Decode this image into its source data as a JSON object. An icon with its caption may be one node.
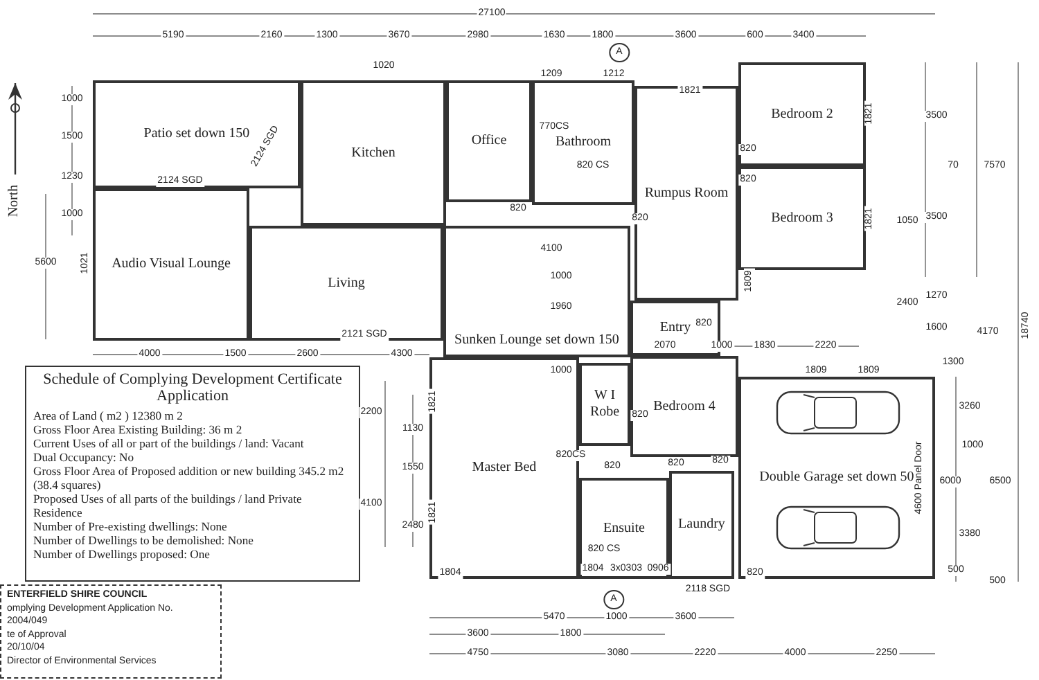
{
  "diagram": {
    "nodes": [
      {
        "text": [
          "Patio set down 150"
        ]
      },
      {
        "text": [
          "Kitchen"
        ]
      },
      {
        "text": [
          "Office"
        ]
      },
      {
        "text": [
          "Bathroom"
        ]
      },
      {
        "text": [
          "Rumpus Room"
        ]
      },
      {
        "text": [
          "Bedroom 2"
        ]
      },
      {
        "text": [
          "Bedroom 3"
        ]
      },
      {
        "text": [
          "Audio Visual Lounge"
        ]
      },
      {
        "text": [
          "Living"
        ]
      },
      {
        "text": [
          "Sunken Lounge set down 150"
        ]
      },
      {
        "text": [
          "Entry"
        ]
      },
      {
        "text": [
          "Bedroom 4"
        ]
      },
      {
        "text": [
          "W I Robe"
        ]
      },
      {
        "text": [
          "Master Bed"
        ]
      },
      {
        "text": [
          "Ensuite"
        ]
      },
      {
        "text": [
          "Laundry"
        ]
      },
      {
        "text": [
          "Double Garage set down 50"
        ]
      },
      {
        "text": [
          "Schedule of Complying Development Certificate Application",
          "Area of Land ( m2 ) 12380 m 2",
          "Gross Floor Area Existing Building: 36 m 2",
          "Current Uses of all or part of the buildings / land: Vacant",
          "Dual Occupancy: No",
          "Gross Floor Area of Proposed addition or new building 345.2 m2 (38.4 squares)",
          "Proposed Uses of all parts of the buildings / land Private Residence",
          "Number of Pre-existing dwellings: None",
          "Number of Dwellings to be demolished: None",
          "Number of Dwellings proposed: One"
        ]
      },
      {
        "text": [
          "ENTERFIELD SHIRE COUNCIL",
          "omplying Development Application No.",
          "2004/049",
          "te of Approval",
          "20/10/04",
          "Director of Environmental Services"
        ]
      }
    ],
    "edges": [],
    "labels": [
      "27100",
      "5190",
      "2160",
      "1300",
      "3670",
      "2980",
      "1630",
      "1800",
      "3600",
      "600",
      "3400",
      "1020",
      "1209",
      "1212",
      "1821",
      "A",
      "North",
      "1000",
      "1500",
      "1230",
      "1000",
      "5600",
      "1021",
      "2124 SGD",
      "2124 SGD",
      "2121 SGD",
      "4000",
      "1500",
      "2600",
      "4300",
      "770CS",
      "820 CS",
      "820",
      "820",
      "820",
      "820",
      "820",
      "1821",
      "1821",
      "1809",
      "1809",
      "1809",
      "3500",
      "70",
      "7570",
      "3500",
      "1050",
      "2400",
      "1270",
      "1600",
      "4170",
      "18740",
      "1300",
      "3260",
      "1000",
      "6000",
      "6500",
      "3380",
      "500",
      "500",
      "4600 Panel Door",
      "4100",
      "1000",
      "1960",
      "1000",
      "2070",
      "1000",
      "1830",
      "2220",
      "820",
      "820CS",
      "820",
      "820",
      "820",
      "820",
      "2200",
      "1130",
      "1550",
      "4100",
      "2480",
      "1821",
      "1821",
      "820 CS",
      "1804",
      "3x0303",
      "0906",
      "2118 SGD",
      "1804",
      "A",
      "5470",
      "1000",
      "3600",
      "3600",
      "1800",
      "4750",
      "3080",
      "2220",
      "4000",
      "2250"
    ]
  }
}
